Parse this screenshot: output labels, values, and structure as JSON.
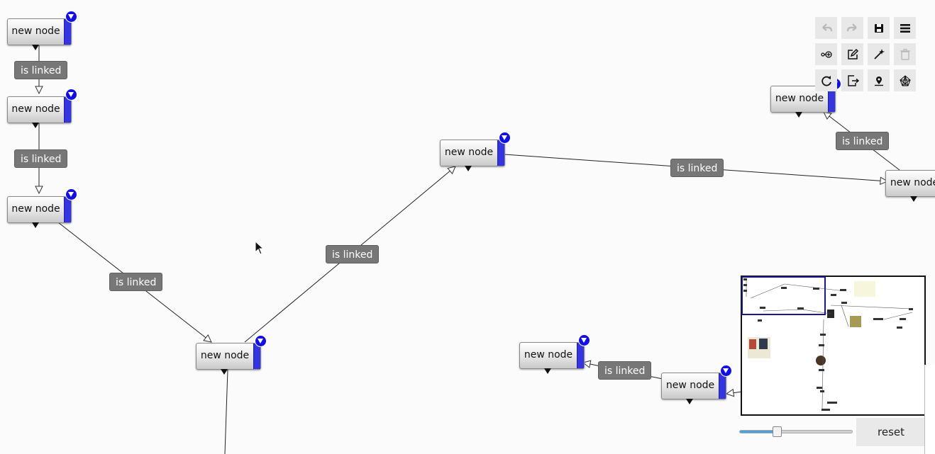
{
  "graph": {
    "node_label": "new node",
    "edge_label": "is linked"
  },
  "toolbar": {
    "buttons": [
      {
        "name": "undo-button",
        "icon": "undo-icon",
        "enabled": false
      },
      {
        "name": "redo-button",
        "icon": "redo-icon",
        "enabled": false
      },
      {
        "name": "save-button",
        "icon": "floppy-disk-icon",
        "enabled": true
      },
      {
        "name": "menu-button",
        "icon": "hamburger-menu-icon",
        "enabled": true
      },
      {
        "name": "add-node-button",
        "icon": "add-node-icon",
        "enabled": true
      },
      {
        "name": "edit-button",
        "icon": "pencil-edit-icon",
        "enabled": true
      },
      {
        "name": "magic-wand-button",
        "icon": "magic-wand-icon",
        "enabled": true
      },
      {
        "name": "delete-button",
        "icon": "trash-icon",
        "enabled": false
      },
      {
        "name": "refresh-button",
        "icon": "refresh-icon",
        "enabled": true
      },
      {
        "name": "export-button",
        "icon": "export-file-icon",
        "enabled": true
      },
      {
        "name": "locate-button",
        "icon": "map-pin-icon",
        "enabled": true
      },
      {
        "name": "network-layout-button",
        "icon": "network-graph-icon",
        "enabled": true
      }
    ]
  },
  "zoom": {
    "level_fraction": 0.33,
    "reset_label": "reset"
  },
  "colors": {
    "node_accent": "#3434e0",
    "node_button": "#1010e6",
    "edge_label_bg": "#777777",
    "slider_fill": "#4aa3d8",
    "minimap_viewport": "#1a1a8c"
  }
}
